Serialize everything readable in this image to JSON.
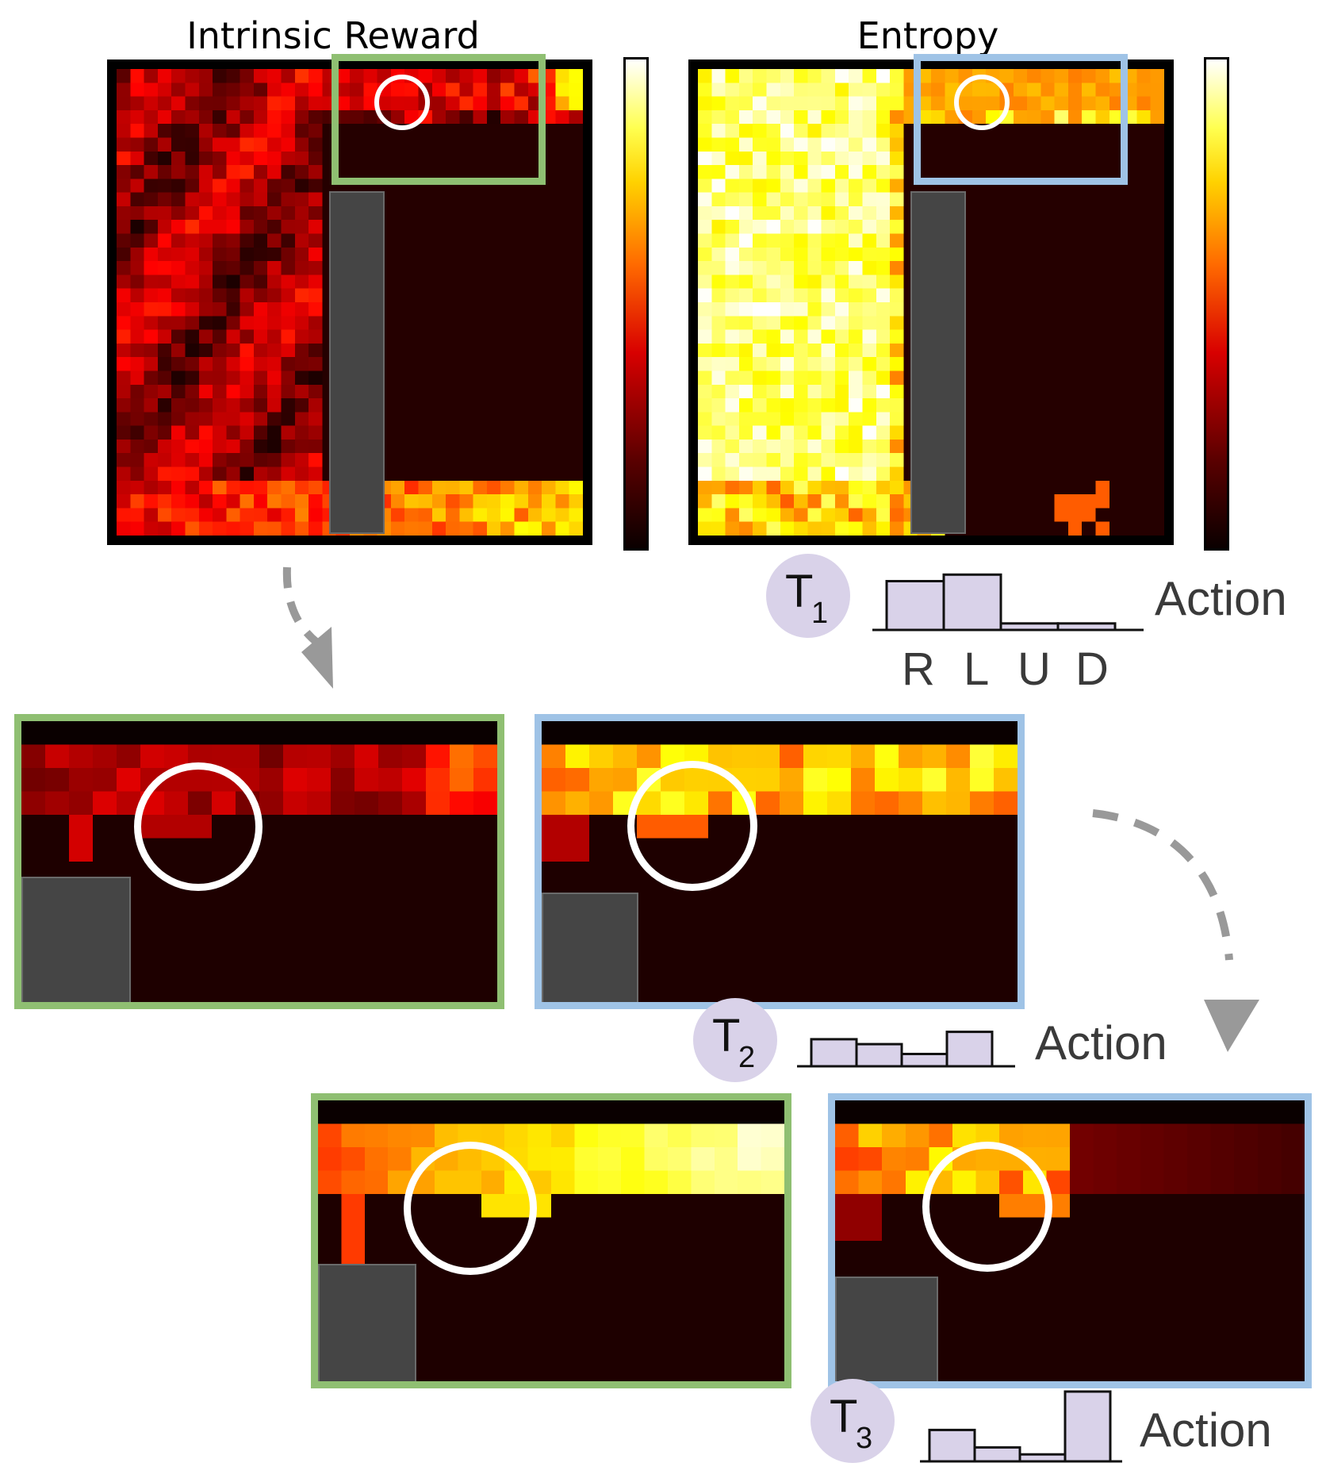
{
  "titles": {
    "intrinsic_reward": "Intrinsic Reward",
    "entropy": "Entropy"
  },
  "action_label": "Action",
  "action_axis": [
    "R",
    "L",
    "U",
    "D"
  ],
  "timesteps": [
    {
      "letter": "T",
      "subscript": "1",
      "action_probs": [
        0.75,
        0.85,
        0.1,
        0.1
      ]
    },
    {
      "letter": "T",
      "subscript": "2",
      "action_probs": [
        0.55,
        0.45,
        0.25,
        0.7
      ]
    },
    {
      "letter": "T",
      "subscript": "3",
      "action_probs": [
        0.45,
        0.2,
        0.1,
        1.0
      ]
    }
  ],
  "colors": {
    "zoom_green": "#8fbf72",
    "zoom_blue": "#9fc3e6",
    "badge": "#d9d2e9",
    "bar_fill": "#d9d2e9",
    "arrow": "#999999",
    "wall": "#454545"
  },
  "colorbar": {
    "colormap": "hot"
  },
  "icons": [
    "curved-dashed-arrow-icon"
  ]
}
